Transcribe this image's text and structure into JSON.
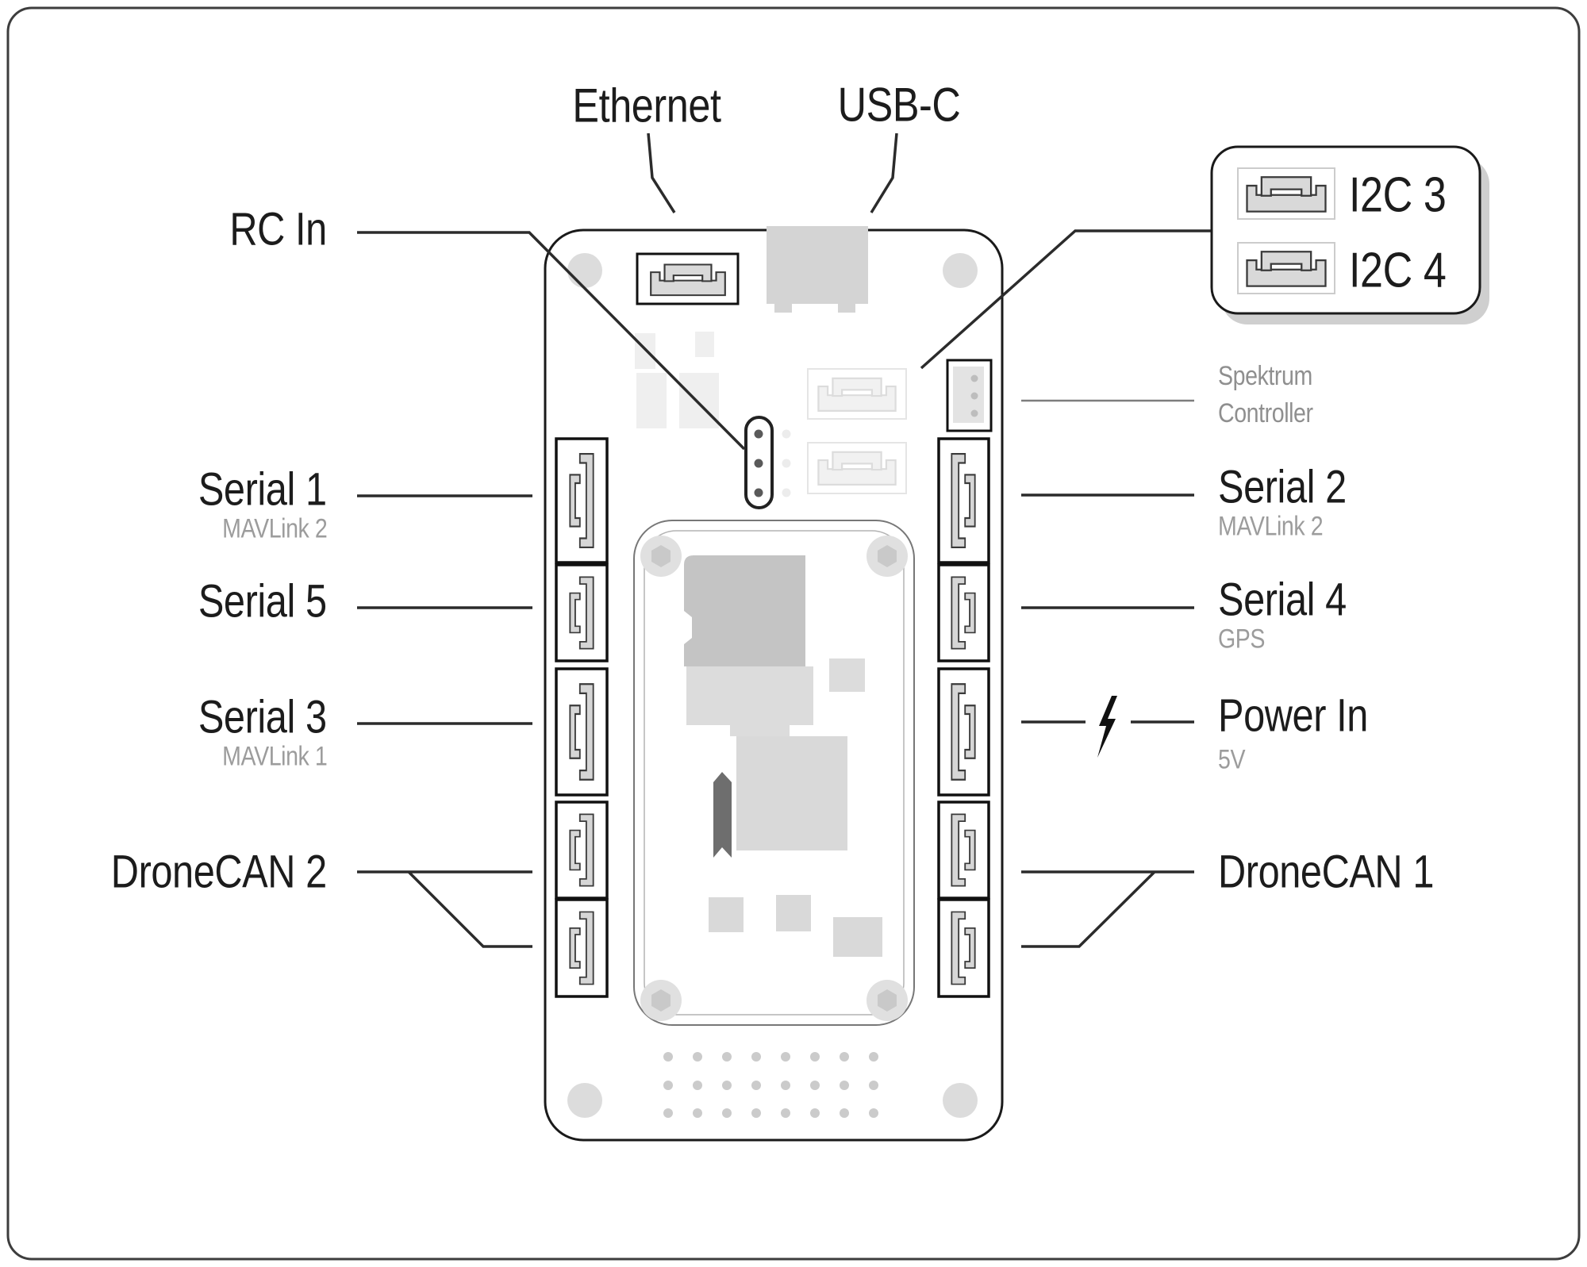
{
  "diagram": {
    "top_labels": [
      {
        "id": "ethernet",
        "label": "Ethernet"
      },
      {
        "id": "usb-c",
        "label": "USB-C"
      }
    ],
    "left_labels": [
      {
        "id": "rc-in",
        "label": "RC In",
        "sublabel": ""
      },
      {
        "id": "serial-1",
        "label": "Serial 1",
        "sublabel": "MAVLink 2"
      },
      {
        "id": "serial-5",
        "label": "Serial 5",
        "sublabel": ""
      },
      {
        "id": "serial-3",
        "label": "Serial 3",
        "sublabel": "MAVLink 1"
      },
      {
        "id": "dronecan-2",
        "label": "DroneCAN 2",
        "sublabel": ""
      }
    ],
    "right_labels": [
      {
        "id": "spektrum",
        "label": "Spektrum Controller",
        "sublabel": ""
      },
      {
        "id": "serial-2",
        "label": "Serial 2",
        "sublabel": "MAVLink 2"
      },
      {
        "id": "serial-4",
        "label": "Serial 4",
        "sublabel": "GPS"
      },
      {
        "id": "power-in",
        "label": "Power In",
        "sublabel": "5V"
      },
      {
        "id": "dronecan-1",
        "label": "DroneCAN 1",
        "sublabel": ""
      }
    ],
    "i2c_panel": {
      "items": [
        {
          "label": "I2C 3"
        },
        {
          "label": "I2C 4"
        }
      ]
    },
    "icons": {
      "power_in": "lightning-bolt-icon",
      "i2c_connector": "jst-connector-icon"
    },
    "colors": {
      "label_text": "#1c1c1c",
      "sublabel_text": "#9c9c9c",
      "spektrum_text": "#8f8f8f",
      "leader_line": "#2b2b2b",
      "gray_leader_line": "#7d7d7d",
      "board_outline": "#1a1a1a",
      "connector_fill": "#d6d6d6",
      "pcb_pad_fill": "#efefef",
      "module_fill_light": "#dcdcdc",
      "module_fill_dark": "#c4c4c4",
      "ribbon_fill": "#6e6e6e",
      "shadow": "#cfcfcf"
    }
  }
}
